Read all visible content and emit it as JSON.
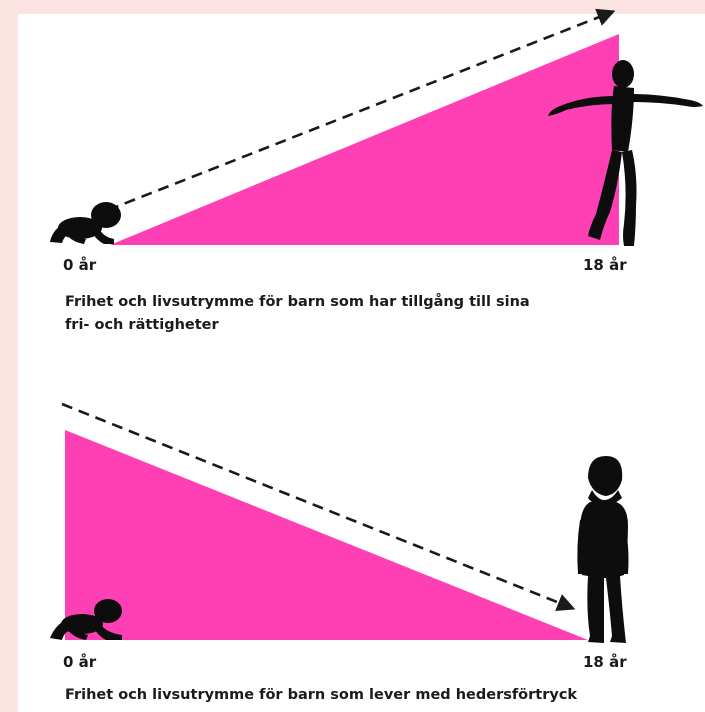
{
  "colors": {
    "background": "#fbe3e1",
    "panel": "#ffffff",
    "wedge": "#ff3fb4",
    "arrow": "#1a1a1a",
    "silhouette": "#0d0d0d"
  },
  "top": {
    "start_label": "0 år",
    "end_label": "18 år",
    "caption_line1": "Frihet och livsutrymme för barn som har tillgång till sina",
    "caption_line2": "fri- och rättigheter"
  },
  "bottom": {
    "start_label": "0 år",
    "end_label": "18 år",
    "caption": "Frihet och livsutrymme för barn som lever med hedersförtryck"
  }
}
